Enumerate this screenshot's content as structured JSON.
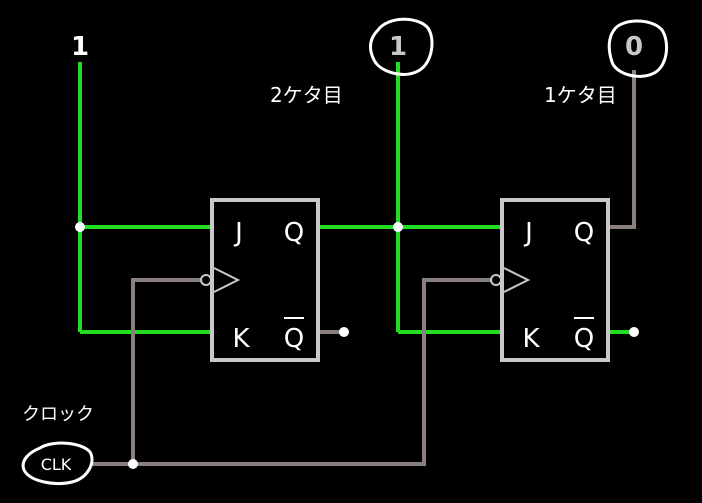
{
  "inputs": {
    "left_value": "1",
    "mid_value": "1",
    "right_value": "0"
  },
  "annotations": {
    "digit2": "2ケタ目",
    "digit1": "1ケタ目",
    "clock": "クロック"
  },
  "clock_input": {
    "label": "CLK"
  },
  "flipflops": [
    {
      "j": "J",
      "q": "Q",
      "k": "K",
      "qbar": "Q"
    },
    {
      "j": "J",
      "q": "Q",
      "k": "K",
      "qbar": "Q"
    }
  ],
  "colors": {
    "high": "#22dd22",
    "low": "#8a7f7d",
    "box": "#c8c8c8"
  }
}
